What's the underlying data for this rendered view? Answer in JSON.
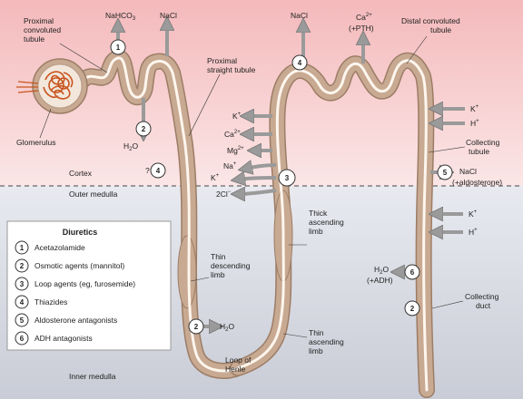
{
  "regions": {
    "cortex": "Cortex",
    "outer_medulla": "Outer medulla",
    "inner_medulla": "Inner medulla"
  },
  "structures": {
    "proximal_convoluted": [
      "Proximal",
      "convoluted",
      "tubule"
    ],
    "glomerulus": "Glomerulus",
    "proximal_straight": [
      "Proximal",
      "straight tubule"
    ],
    "distal_convoluted": [
      "Distal convoluted",
      "tubule"
    ],
    "collecting_tubule": [
      "Collecting",
      "tubule"
    ],
    "thin_descending": [
      "Thin",
      "descending",
      "limb"
    ],
    "thick_ascending": [
      "Thick",
      "ascending",
      "limb"
    ],
    "thin_ascending": [
      "Thin",
      "ascending",
      "limb"
    ],
    "loop_of_henle": [
      "Loop of",
      "Henle"
    ],
    "collecting_duct": [
      "Collecting",
      "duct"
    ]
  },
  "solutes": {
    "nahco3": {
      "main": "NaHCO",
      "sub": "3"
    },
    "nacl_proximal": "NaCl",
    "h2o_proximal": {
      "pre": "H",
      "sub": "2",
      "post": "O"
    },
    "nacl_distal": "NaCl",
    "ca_distal": {
      "main": "Ca",
      "sup": "2+",
      "note": "(+PTH)"
    },
    "k_loop": {
      "main": "K",
      "sup": "+"
    },
    "ca_loop": {
      "main": "Ca",
      "sup": "2+"
    },
    "mg_loop": {
      "main": "Mg",
      "sup": "2+"
    },
    "na_loop": {
      "main": "Na",
      "sup": "+"
    },
    "k2_loop": {
      "main": "K",
      "sup": "+"
    },
    "cl_loop": {
      "main": "2Cl",
      "sup": "−"
    },
    "k_collecting": {
      "main": "K",
      "sup": "+"
    },
    "h_collecting": {
      "main": "H",
      "sup": "+"
    },
    "nacl_collecting": "NaCl",
    "aldosterone_note": "(+aldosterone)",
    "k_collecting2": {
      "main": "K",
      "sup": "+"
    },
    "h_collecting2": {
      "main": "H",
      "sup": "+"
    },
    "h2o_adh": {
      "pre": "H",
      "sub": "2",
      "post": "O"
    },
    "adh_note": "(+ADH)",
    "h2o_thin": {
      "pre": "H",
      "sub": "2",
      "post": "O"
    },
    "question": "?"
  },
  "markers": {
    "m1": "1",
    "m2_proximal": "2",
    "m4_question": "4",
    "m4_distal": "4",
    "m3_loop": "3",
    "m5_collecting": "5",
    "m2_thin": "2",
    "m6_collecting": "6",
    "m2_duct": "2"
  },
  "legend": {
    "title": "Diuretics",
    "items": [
      {
        "num": "1",
        "label": "Acetazolamide"
      },
      {
        "num": "2",
        "label": "Osmotic agents (mannitol)"
      },
      {
        "num": "3",
        "label": "Loop agents (eg, furosemide)"
      },
      {
        "num": "4",
        "label": "Thiazides"
      },
      {
        "num": "5",
        "label": "Aldosterone antagonists"
      },
      {
        "num": "6",
        "label": "ADH antagonists"
      }
    ]
  },
  "colors": {
    "cortex_top": "#f4b9bb",
    "cortex_bottom": "#fbe6e6",
    "medulla_top": "#dfe2ea",
    "medulla_bottom": "#c9ccd6",
    "tubule": "#c8a991",
    "tubule_edge": "#9c7d66",
    "lumen": "#fdf6ee",
    "arrow": "#9a9a9a",
    "glomerulus": "#c8541e"
  }
}
